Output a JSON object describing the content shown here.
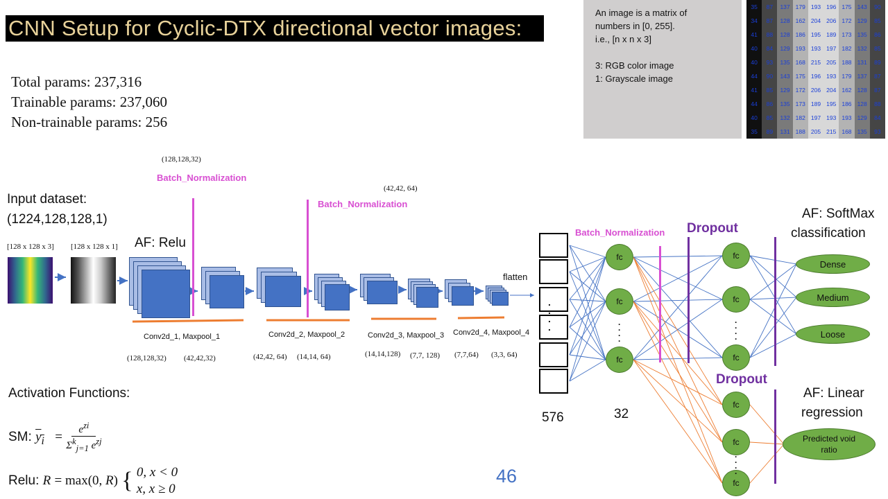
{
  "title": "CNN Setup for Cyclic-DTX directional vector images:",
  "params": {
    "total": "Total params: 237,316",
    "trainable": "Trainable params: 237,060",
    "non_trainable": "Non-trainable params: 256"
  },
  "infobox": {
    "line1": "An image is a matrix of",
    "line2": "numbers in [0, 255].",
    "line3": "i.e., [n x n x 3]",
    "line4": "3: RGB color image",
    "line5": "1: Grayscale image"
  },
  "matrix": [
    [
      "35",
      "87",
      "137",
      "179",
      "193",
      "196",
      "175",
      "143",
      "90"
    ],
    [
      "34",
      "87",
      "128",
      "162",
      "204",
      "206",
      "172",
      "129",
      "85"
    ],
    [
      "41",
      "88",
      "128",
      "186",
      "195",
      "189",
      "173",
      "135",
      "86"
    ],
    [
      "40",
      "84",
      "129",
      "193",
      "193",
      "197",
      "182",
      "132",
      "85"
    ],
    [
      "40",
      "93",
      "135",
      "168",
      "215",
      "205",
      "188",
      "131",
      "89"
    ],
    [
      "44",
      "90",
      "143",
      "175",
      "196",
      "193",
      "179",
      "137",
      "87"
    ],
    [
      "41",
      "85",
      "129",
      "172",
      "206",
      "204",
      "162",
      "128",
      "87"
    ],
    [
      "44",
      "86",
      "135",
      "173",
      "189",
      "195",
      "186",
      "128",
      "88"
    ],
    [
      "40",
      "85",
      "132",
      "182",
      "197",
      "193",
      "193",
      "129",
      "84"
    ],
    [
      "35",
      "89",
      "131",
      "188",
      "205",
      "215",
      "168",
      "135",
      "93"
    ]
  ],
  "colors": {
    "batch_norm": "#d84fd2",
    "dropout": "#7030a0",
    "conv_block": "#4472c4",
    "fc_node": "#70ad47",
    "blue_edges": "#4472c4",
    "orange_edges": "#ed7d31",
    "page_number": "#4472c4"
  },
  "input": {
    "label1": "Input dataset:",
    "label2": "(1224,128,128,1)",
    "rgb_dim": "[128 x 128 x 3]",
    "gray_dim": "[128 x 128 x 1]"
  },
  "af_relu": "AF: Relu",
  "batch_norm_label": "Batch_Normalization",
  "dim_top1": "(128,128,32)",
  "dim_top2": "(42,42,  64)",
  "flatten": "flatten",
  "stages": [
    {
      "label": "Conv2d_1, Maxpool_1",
      "dim_a": "(128,128,32)",
      "dim_b": "(42,42,32)"
    },
    {
      "label": "Conv2d_2, Maxpool_2",
      "dim_a": "(42,42,  64)",
      "dim_b": "(14,14,  64)"
    },
    {
      "label": "Conv2d_3, Maxpool_3",
      "dim_a": "(14,14,128)",
      "dim_b": "(7,7,  128)"
    },
    {
      "label": "Conv2d_4, Maxpool_4",
      "dim_a": "(7,7,64)",
      "dim_b": "(3,3,  64)"
    }
  ],
  "dense": {
    "flatten_size": "576",
    "fc_size": "32",
    "fc_label": "fc",
    "dropout_label": "Dropout"
  },
  "outputs": {
    "softmax_line1": "AF: SoftMax",
    "softmax_line2": "classification",
    "classes": [
      "Dense",
      "Medium",
      "Loose"
    ],
    "linear_line1": "AF: Linear",
    "linear_line2": "regression",
    "regression_line1": "Predicted void",
    "regression_line2": "ratio"
  },
  "activation": {
    "heading": "Activation Functions:",
    "sm_prefix": "SM:",
    "relu_prefix": "Relu:"
  },
  "page_number": "46"
}
